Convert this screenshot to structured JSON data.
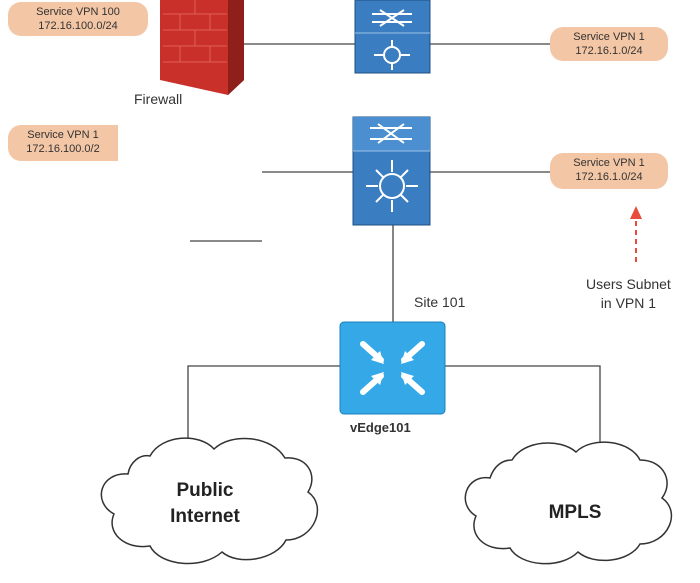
{
  "labels": {
    "top_left_pill": {
      "line1": "Service VPN 100",
      "line2": "172.16.100.0/24"
    },
    "top_right_pill": {
      "line1": "Service VPN 1",
      "line2": "172.16.1.0/24"
    },
    "mid_left_pill": {
      "line1": "Service VPN 1",
      "line2": "172.16.100.0/2"
    },
    "mid_right_pill": {
      "line1": "Service VPN 1",
      "line2": "172.16.1.0/24"
    },
    "firewall": "Firewall",
    "site": "Site 101",
    "users_subnet": {
      "line1": "Users Subnet",
      "line2": "in VPN 1"
    },
    "vedge": "vEdge101",
    "cloud_left": {
      "line1": "Public",
      "line2": "Internet"
    },
    "cloud_right": "MPLS"
  },
  "colors": {
    "pill_fill": "#f3c6a5",
    "switch_blue": "#3a7dc0",
    "vedge_blue": "#35a9e8",
    "firewall_red": "#c9302a",
    "arrow_red": "#e74c3c",
    "line": "#444444"
  }
}
